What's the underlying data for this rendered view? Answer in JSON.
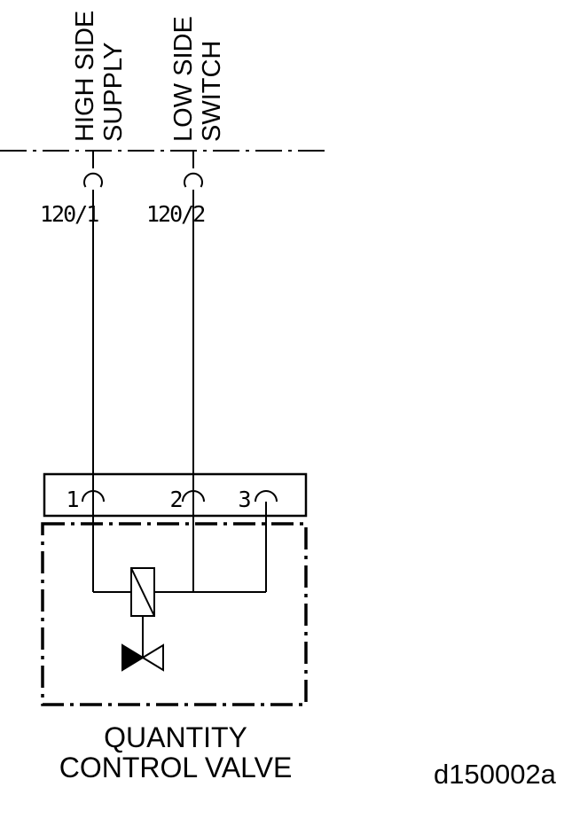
{
  "colors": {
    "ink": "#000000",
    "background": "#ffffff"
  },
  "harness": {
    "connections": [
      {
        "name_line1": "HIGH SIDE",
        "name_line2": "SUPPLY",
        "wire_id": "120/1"
      },
      {
        "name_line1": "LOW SIDE",
        "name_line2": "SWITCH",
        "wire_id": "120/2"
      }
    ]
  },
  "connector": {
    "pins": [
      "1",
      "2",
      "3"
    ]
  },
  "component": {
    "label_line1": "QUANTITY",
    "label_line2": "CONTROL VALVE"
  },
  "figure_id": "d150002a"
}
